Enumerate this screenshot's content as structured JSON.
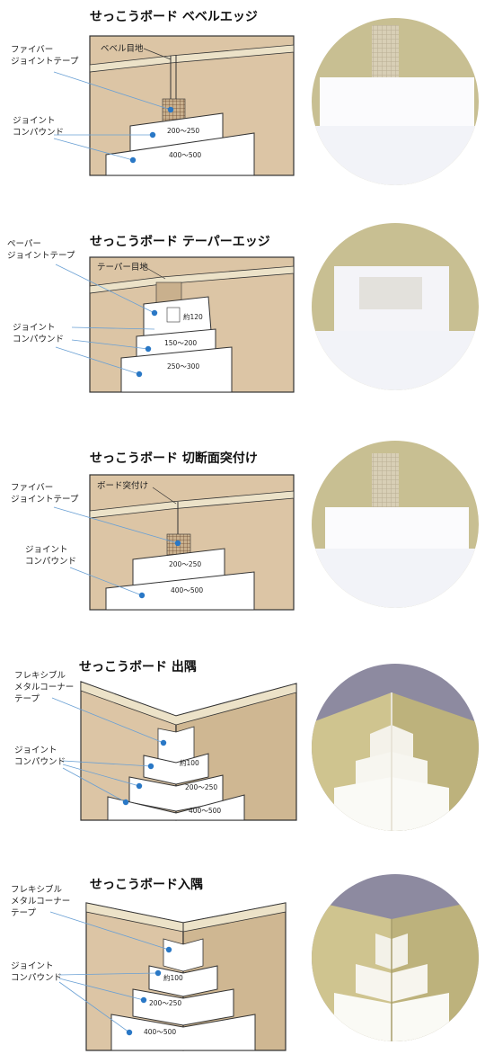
{
  "colors": {
    "wall": "#dcc5a5",
    "wall_dark": "#c9b08d",
    "ceiling": "#ece2c8",
    "paper": "#ffffff",
    "mesh": "#8a6a50",
    "dot": "#2a78c6",
    "leader": "#6aa0d4",
    "photo_wall": "#c8bf92",
    "photo_corner_wall": "#d2c79a",
    "photo_sky": "#8d8aa0"
  },
  "panels": [
    {
      "title": "せっこうボード ベベルエッジ",
      "labels": [
        "ファイバー",
        "ジョイントテープ",
        "ジョイント",
        "コンパウンド"
      ],
      "joint_label": "ベベル目地",
      "dims": [
        "200～250",
        "400～500"
      ]
    },
    {
      "title": "せっこうボード テーパーエッジ",
      "labels": [
        "ペーパー",
        "ジョイントテープ",
        "ジョイント",
        "コンパウンド"
      ],
      "joint_label": "テーパー目地",
      "dims": [
        "約120",
        "150～200",
        "250～300"
      ]
    },
    {
      "title": "せっこうボード 切断面突付け",
      "labels": [
        "ファイバー",
        "ジョイントテープ",
        "ジョイント",
        "コンパウンド"
      ],
      "joint_label": "ボード突付け",
      "dims": [
        "200～250",
        "400～500"
      ]
    },
    {
      "title": "せっこうボード 出隅",
      "labels": [
        "フレキシブル",
        "メタルコーナー",
        "テープ",
        "ジョイント",
        "コンパウンド"
      ],
      "dims": [
        "約100",
        "200～250",
        "400～500"
      ]
    },
    {
      "title": "せっこうボード入隅",
      "labels": [
        "フレキシブル",
        "メタルコーナー",
        "テープ",
        "ジョイント",
        "コンパウンド"
      ],
      "dims": [
        "約100",
        "200～250",
        "400～500"
      ]
    }
  ]
}
